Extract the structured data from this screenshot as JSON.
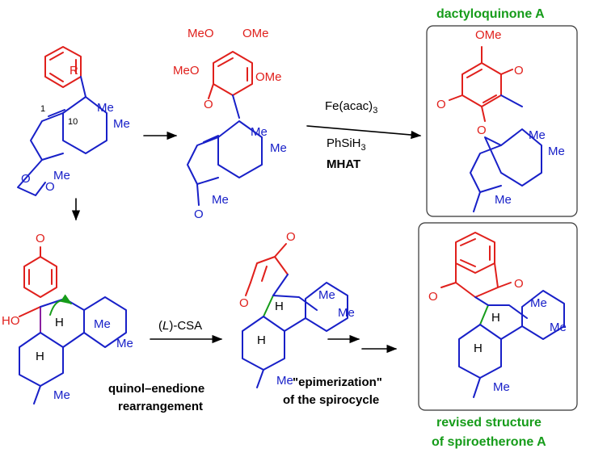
{
  "labels": {
    "dactyloquinone": "dactyloquinone A",
    "revised_line1": "revised structure",
    "revised_line2": "of spiroetherone A",
    "fe_reagent": "Fe(acac)",
    "fe_sub": "3",
    "silane": "PhSiH",
    "silane_sub": "3",
    "mhat": "MHAT",
    "csa_paren_open": "(",
    "csa_L": "L",
    "csa_rest": ")-CSA",
    "quinol_line1": "quinol–enedione",
    "quinol_line2": "rearrangement",
    "epim_line1": "\"epimerization\"",
    "epim_line2": "of the spirocycle"
  },
  "atoms": {
    "R": "R",
    "Me": "Me",
    "O": "O",
    "OMe": "OMe",
    "MeO": "MeO",
    "HO": "HO",
    "H": "H",
    "C1": "1",
    "C10": "10"
  },
  "colors": {
    "skeleton": "#1820c8",
    "aryl": "#e0201c",
    "caption": "#169c1a",
    "arrow": "#000000"
  }
}
